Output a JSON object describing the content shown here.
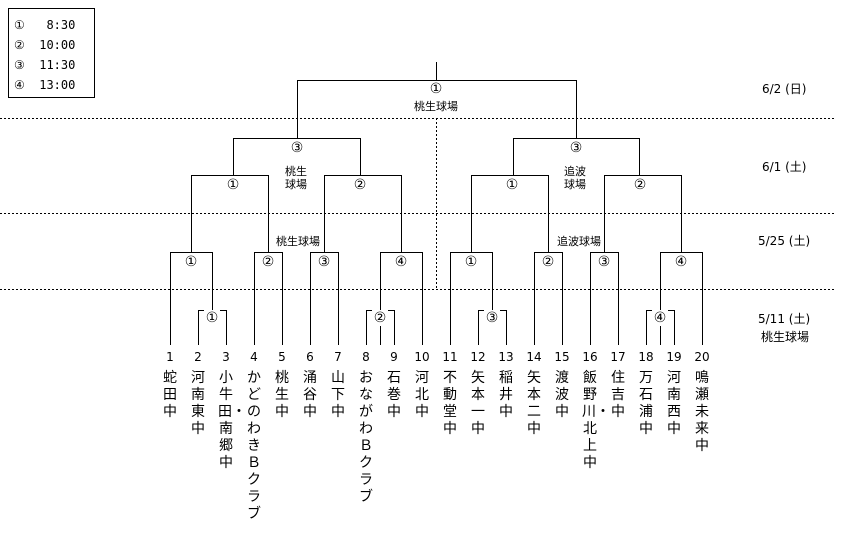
{
  "legend": [
    {
      "mark": "①",
      "time": "8:30"
    },
    {
      "mark": "②",
      "time": "10:00"
    },
    {
      "mark": "③",
      "time": "11:30"
    },
    {
      "mark": "④",
      "time": "13:00"
    }
  ],
  "rounds": [
    {
      "date": "6/2 (日)"
    },
    {
      "date": "6/1 (土)"
    },
    {
      "date": "5/25 (土)"
    },
    {
      "date": "5/11 (土)",
      "venue": "桃生球場"
    }
  ],
  "venues": {
    "final": "桃生球場",
    "semi_left": "桃生\n球場",
    "semi_right": "追波\n球場",
    "r2_left": "桃生球場",
    "r2_right": "追波球場"
  },
  "teams": [
    {
      "no": "1",
      "name": "蛇田中"
    },
    {
      "no": "2",
      "name": "河南東中"
    },
    {
      "no": "3",
      "name": "小牛田・南郷中"
    },
    {
      "no": "4",
      "name": "かどのわきＢクラブ"
    },
    {
      "no": "5",
      "name": "桃生中"
    },
    {
      "no": "6",
      "name": "涌谷中"
    },
    {
      "no": "7",
      "name": "山下中"
    },
    {
      "no": "8",
      "name": "おながわＢクラブ"
    },
    {
      "no": "9",
      "name": "石巻中"
    },
    {
      "no": "10",
      "name": "河北中"
    },
    {
      "no": "11",
      "name": "不動堂中"
    },
    {
      "no": "12",
      "name": "矢本一中"
    },
    {
      "no": "13",
      "name": "稲井中"
    },
    {
      "no": "14",
      "name": "矢本二中"
    },
    {
      "no": "15",
      "name": "渡波中"
    },
    {
      "no": "16",
      "name": "飯野川・北上中"
    },
    {
      "no": "17",
      "name": "住吉中"
    },
    {
      "no": "18",
      "name": "万石浦中"
    },
    {
      "no": "19",
      "name": "河南西中"
    },
    {
      "no": "20",
      "name": "鳴瀬未来中"
    }
  ],
  "matches": {
    "final": "①",
    "semi": [
      "③",
      "③"
    ],
    "quarter": [
      "①",
      "②",
      "①",
      "②"
    ],
    "r2": [
      "①",
      "②",
      "③",
      "④",
      "①",
      "②",
      "③",
      "④"
    ],
    "r1": [
      "①",
      "②",
      "③",
      "④"
    ]
  }
}
